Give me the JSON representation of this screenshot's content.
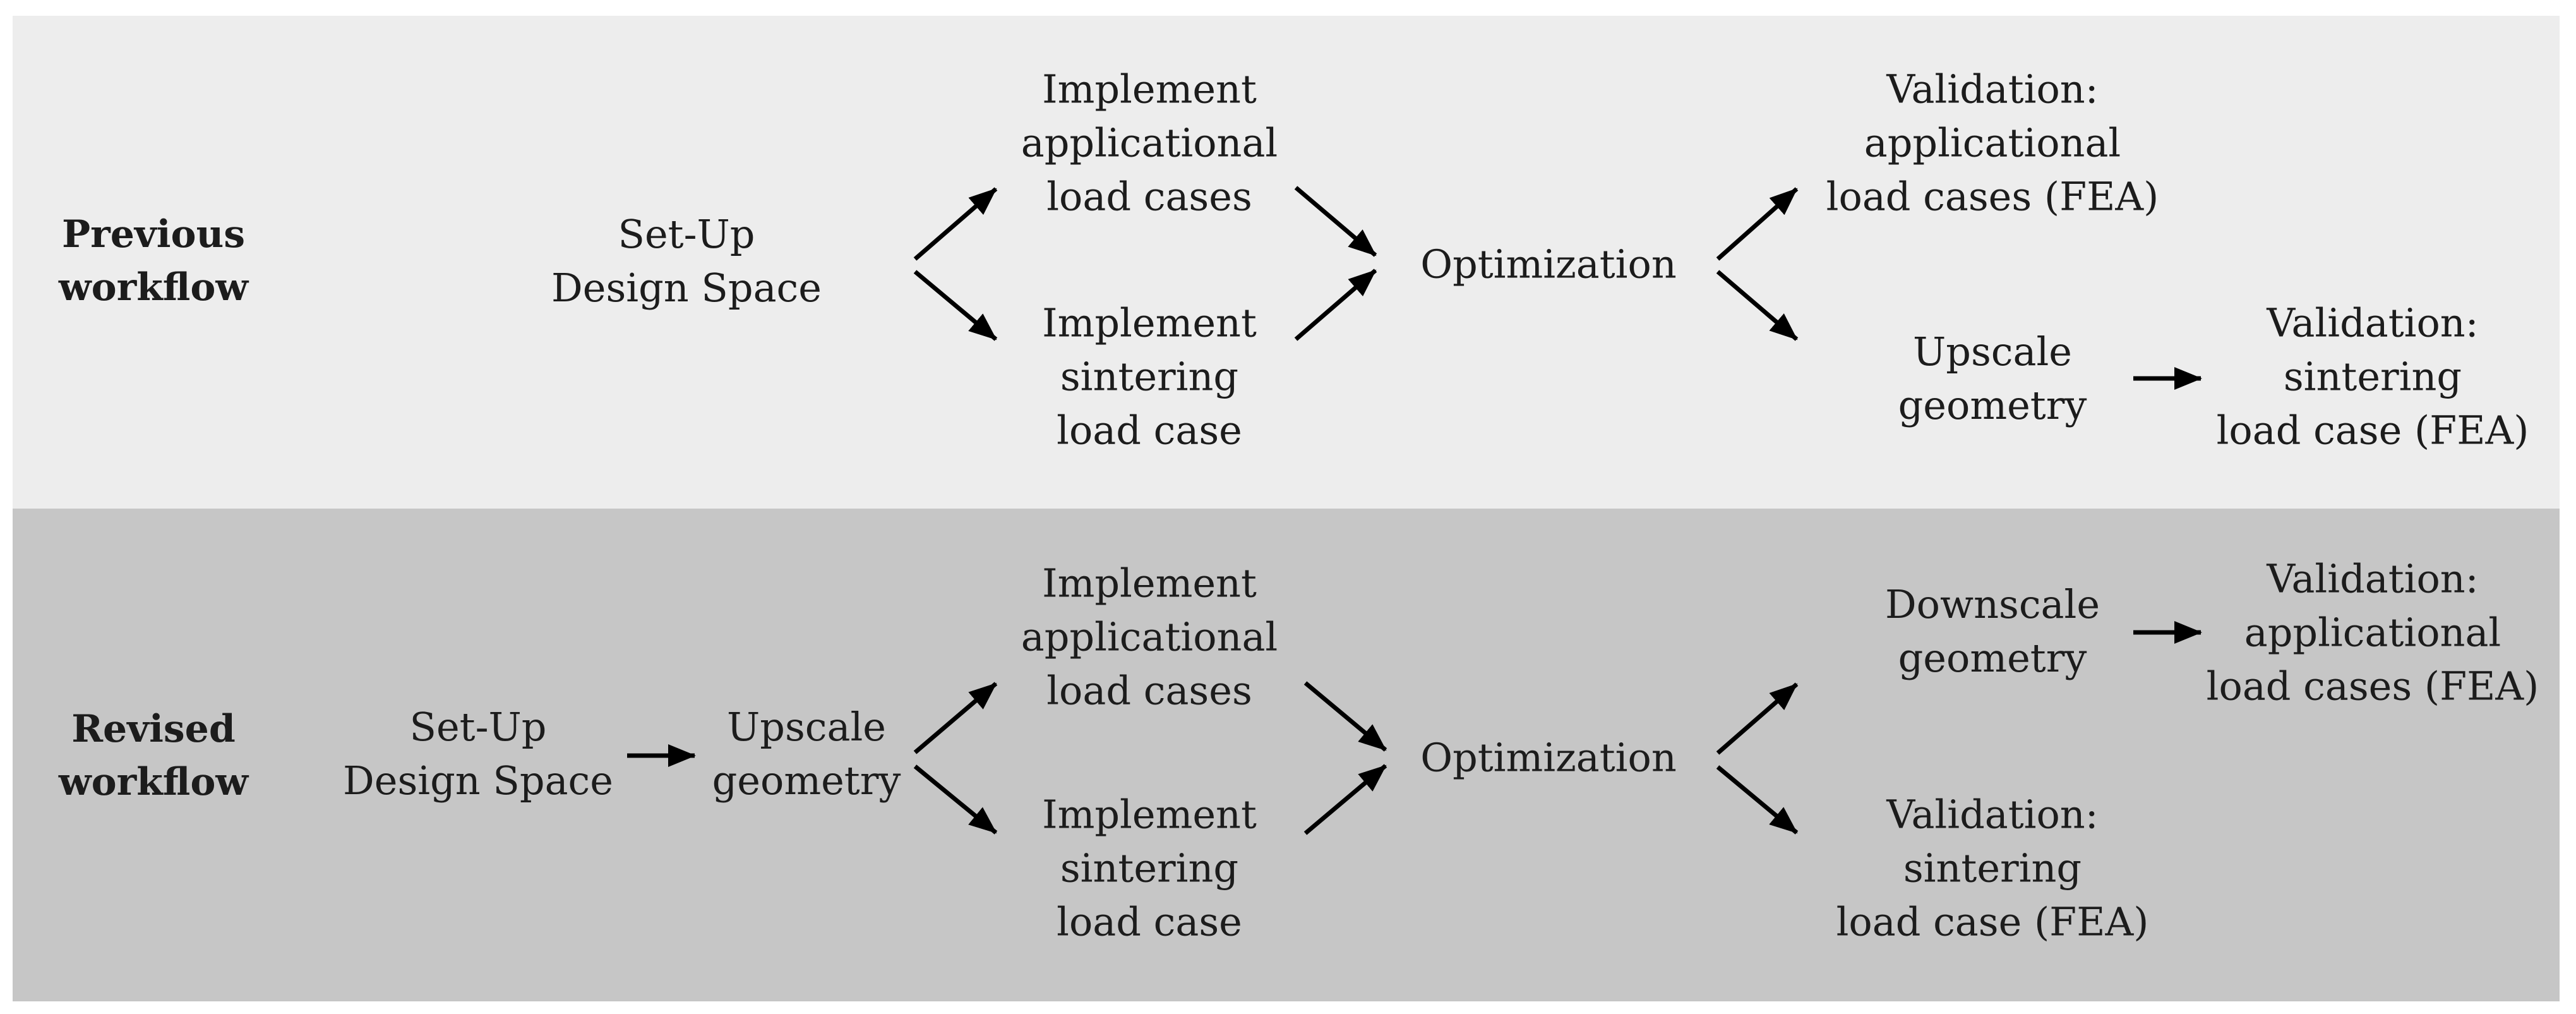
{
  "previous": {
    "row_label": [
      "Previous",
      "workflow"
    ],
    "setup": [
      "Set-Up",
      "Design Space"
    ],
    "impl_app": [
      "Implement",
      "applicational",
      "load cases"
    ],
    "impl_sint": [
      "Implement",
      "sintering",
      "load case"
    ],
    "optimization": [
      "Optimization"
    ],
    "val_app": [
      "Validation:",
      "applicational",
      "load cases (FEA)"
    ],
    "upscale": [
      "Upscale",
      "geometry"
    ],
    "val_sint": [
      "Validation:",
      "sintering",
      "load case (FEA)"
    ]
  },
  "revised": {
    "row_label": [
      "Revised",
      "workflow"
    ],
    "setup": [
      "Set-Up",
      "Design Space"
    ],
    "upscale": [
      "Upscale",
      "geometry"
    ],
    "impl_app": [
      "Implement",
      "applicational",
      "load cases"
    ],
    "impl_sint": [
      "Implement",
      "sintering",
      "load case"
    ],
    "optimization": [
      "Optimization"
    ],
    "downscale": [
      "Downscale",
      "geometry"
    ],
    "val_app": [
      "Validation:",
      "applicational",
      "load cases (FEA)"
    ],
    "val_sint": [
      "Validation:",
      "sintering",
      "load case (FEA)"
    ]
  },
  "colors": {
    "top_panel": "#ededed",
    "bottom_panel": "#c6c6c6",
    "text": "#1c1c1c",
    "arrow": "#000000"
  }
}
